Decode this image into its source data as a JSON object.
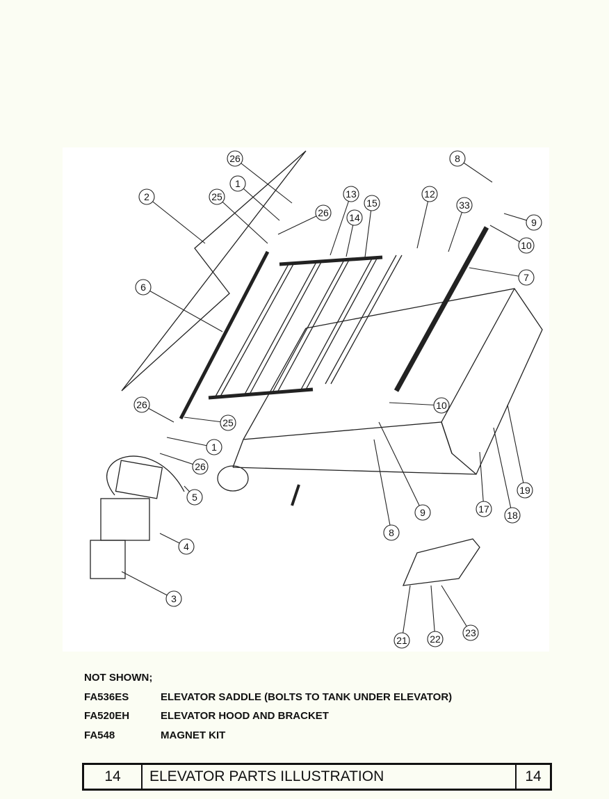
{
  "callouts": [
    "26",
    "1",
    "25",
    "26",
    "2",
    "13",
    "14",
    "15",
    "12",
    "33",
    "8",
    "9",
    "10",
    "7",
    "6",
    "26",
    "25",
    "1",
    "26",
    "5",
    "4",
    "3",
    "10",
    "9",
    "8",
    "17",
    "18",
    "19",
    "21",
    "22",
    "23"
  ],
  "notes": {
    "heading": "NOT SHOWN;",
    "items": [
      {
        "code": "FA536ES",
        "desc": "ELEVATOR SADDLE (BOLTS TO TANK UNDER ELEVATOR)"
      },
      {
        "code": "FA520EH",
        "desc": "ELEVATOR HOOD AND BRACKET"
      },
      {
        "code": "FA548",
        "desc": "MAGNET KIT"
      }
    ]
  },
  "footer": {
    "page_left": "14",
    "title": "ELEVATOR PARTS ILLUSTRATION",
    "page_right": "14"
  }
}
